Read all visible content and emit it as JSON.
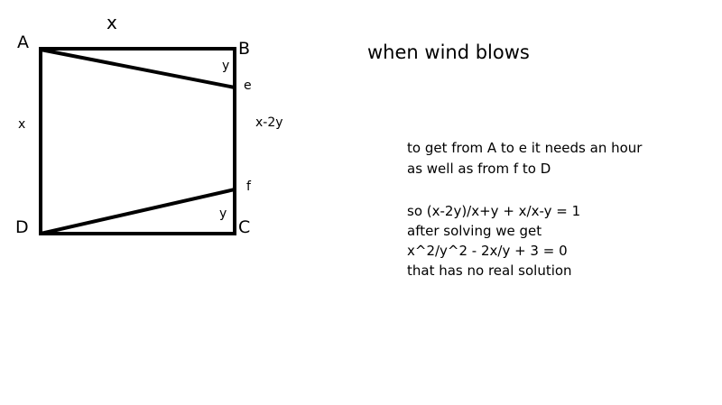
{
  "diagram": {
    "vertices": {
      "A": "A",
      "B": "B",
      "C": "C",
      "D": "D"
    },
    "points": {
      "e": "e",
      "f": "f"
    },
    "labels": {
      "top": "x",
      "left": "x",
      "right_middle": "x-2y",
      "top_right_segment": "y",
      "bottom_right_segment": "y"
    }
  },
  "heading": "when wind blows",
  "explanation": {
    "lines": [
      "to get from A to e it needs  an hour",
      "as well as from f to D",
      "so (x-2y)/x+y  + x/x-y = 1",
      "after solving we get",
      "x^2/y^2 - 2x/y + 3 = 0",
      "that has no real solution"
    ]
  },
  "colors": {
    "stroke": "#000000",
    "background": "#ffffff"
  }
}
